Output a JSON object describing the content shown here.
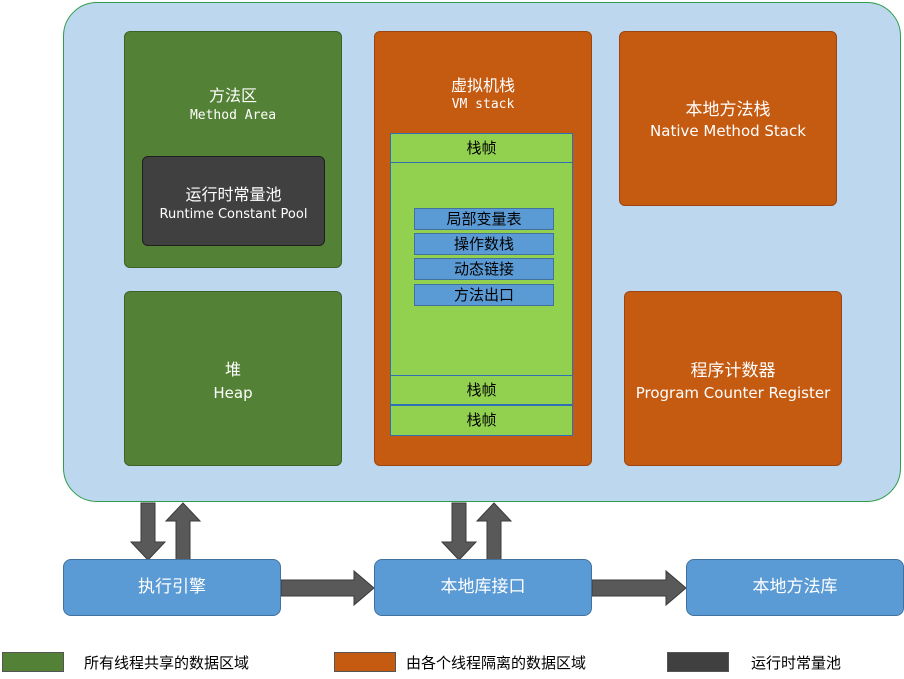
{
  "method_area": {
    "title_cn": "方法区",
    "title_en": "Method Area"
  },
  "runtime_constant_pool": {
    "title_cn": "运行时常量池",
    "title_en": "Runtime Constant Pool"
  },
  "heap": {
    "title_cn": "堆",
    "title_en": "Heap"
  },
  "vm_stack": {
    "title_cn": "虚拟机栈",
    "title_en": "VM stack",
    "frame_label": "栈帧",
    "frame_items": [
      "局部变量表",
      "操作数栈",
      "动态链接",
      "方法出口"
    ]
  },
  "native_method_stack": {
    "title_cn": "本地方法栈",
    "title_en": "Native Method Stack"
  },
  "program_counter": {
    "title_cn": "程序计数器",
    "title_en": "Program Counter Register"
  },
  "bottom": {
    "execution_engine": "执行引擎",
    "native_interface": "本地库接口",
    "native_library": "本地方法库"
  },
  "legend": [
    {
      "label": "所有线程共享的数据区域",
      "color": "#538135"
    },
    {
      "label": "由各个线程隔离的数据区域",
      "color": "#c55a11"
    },
    {
      "label": "运行时常量池",
      "color": "#404040"
    }
  ],
  "colors": {
    "runtime_area": "#bdd7ee",
    "shared": "#538135",
    "isolated": "#c55a11",
    "constant_pool": "#404040",
    "frame": "#92d050",
    "blue": "#5b9bd5"
  }
}
